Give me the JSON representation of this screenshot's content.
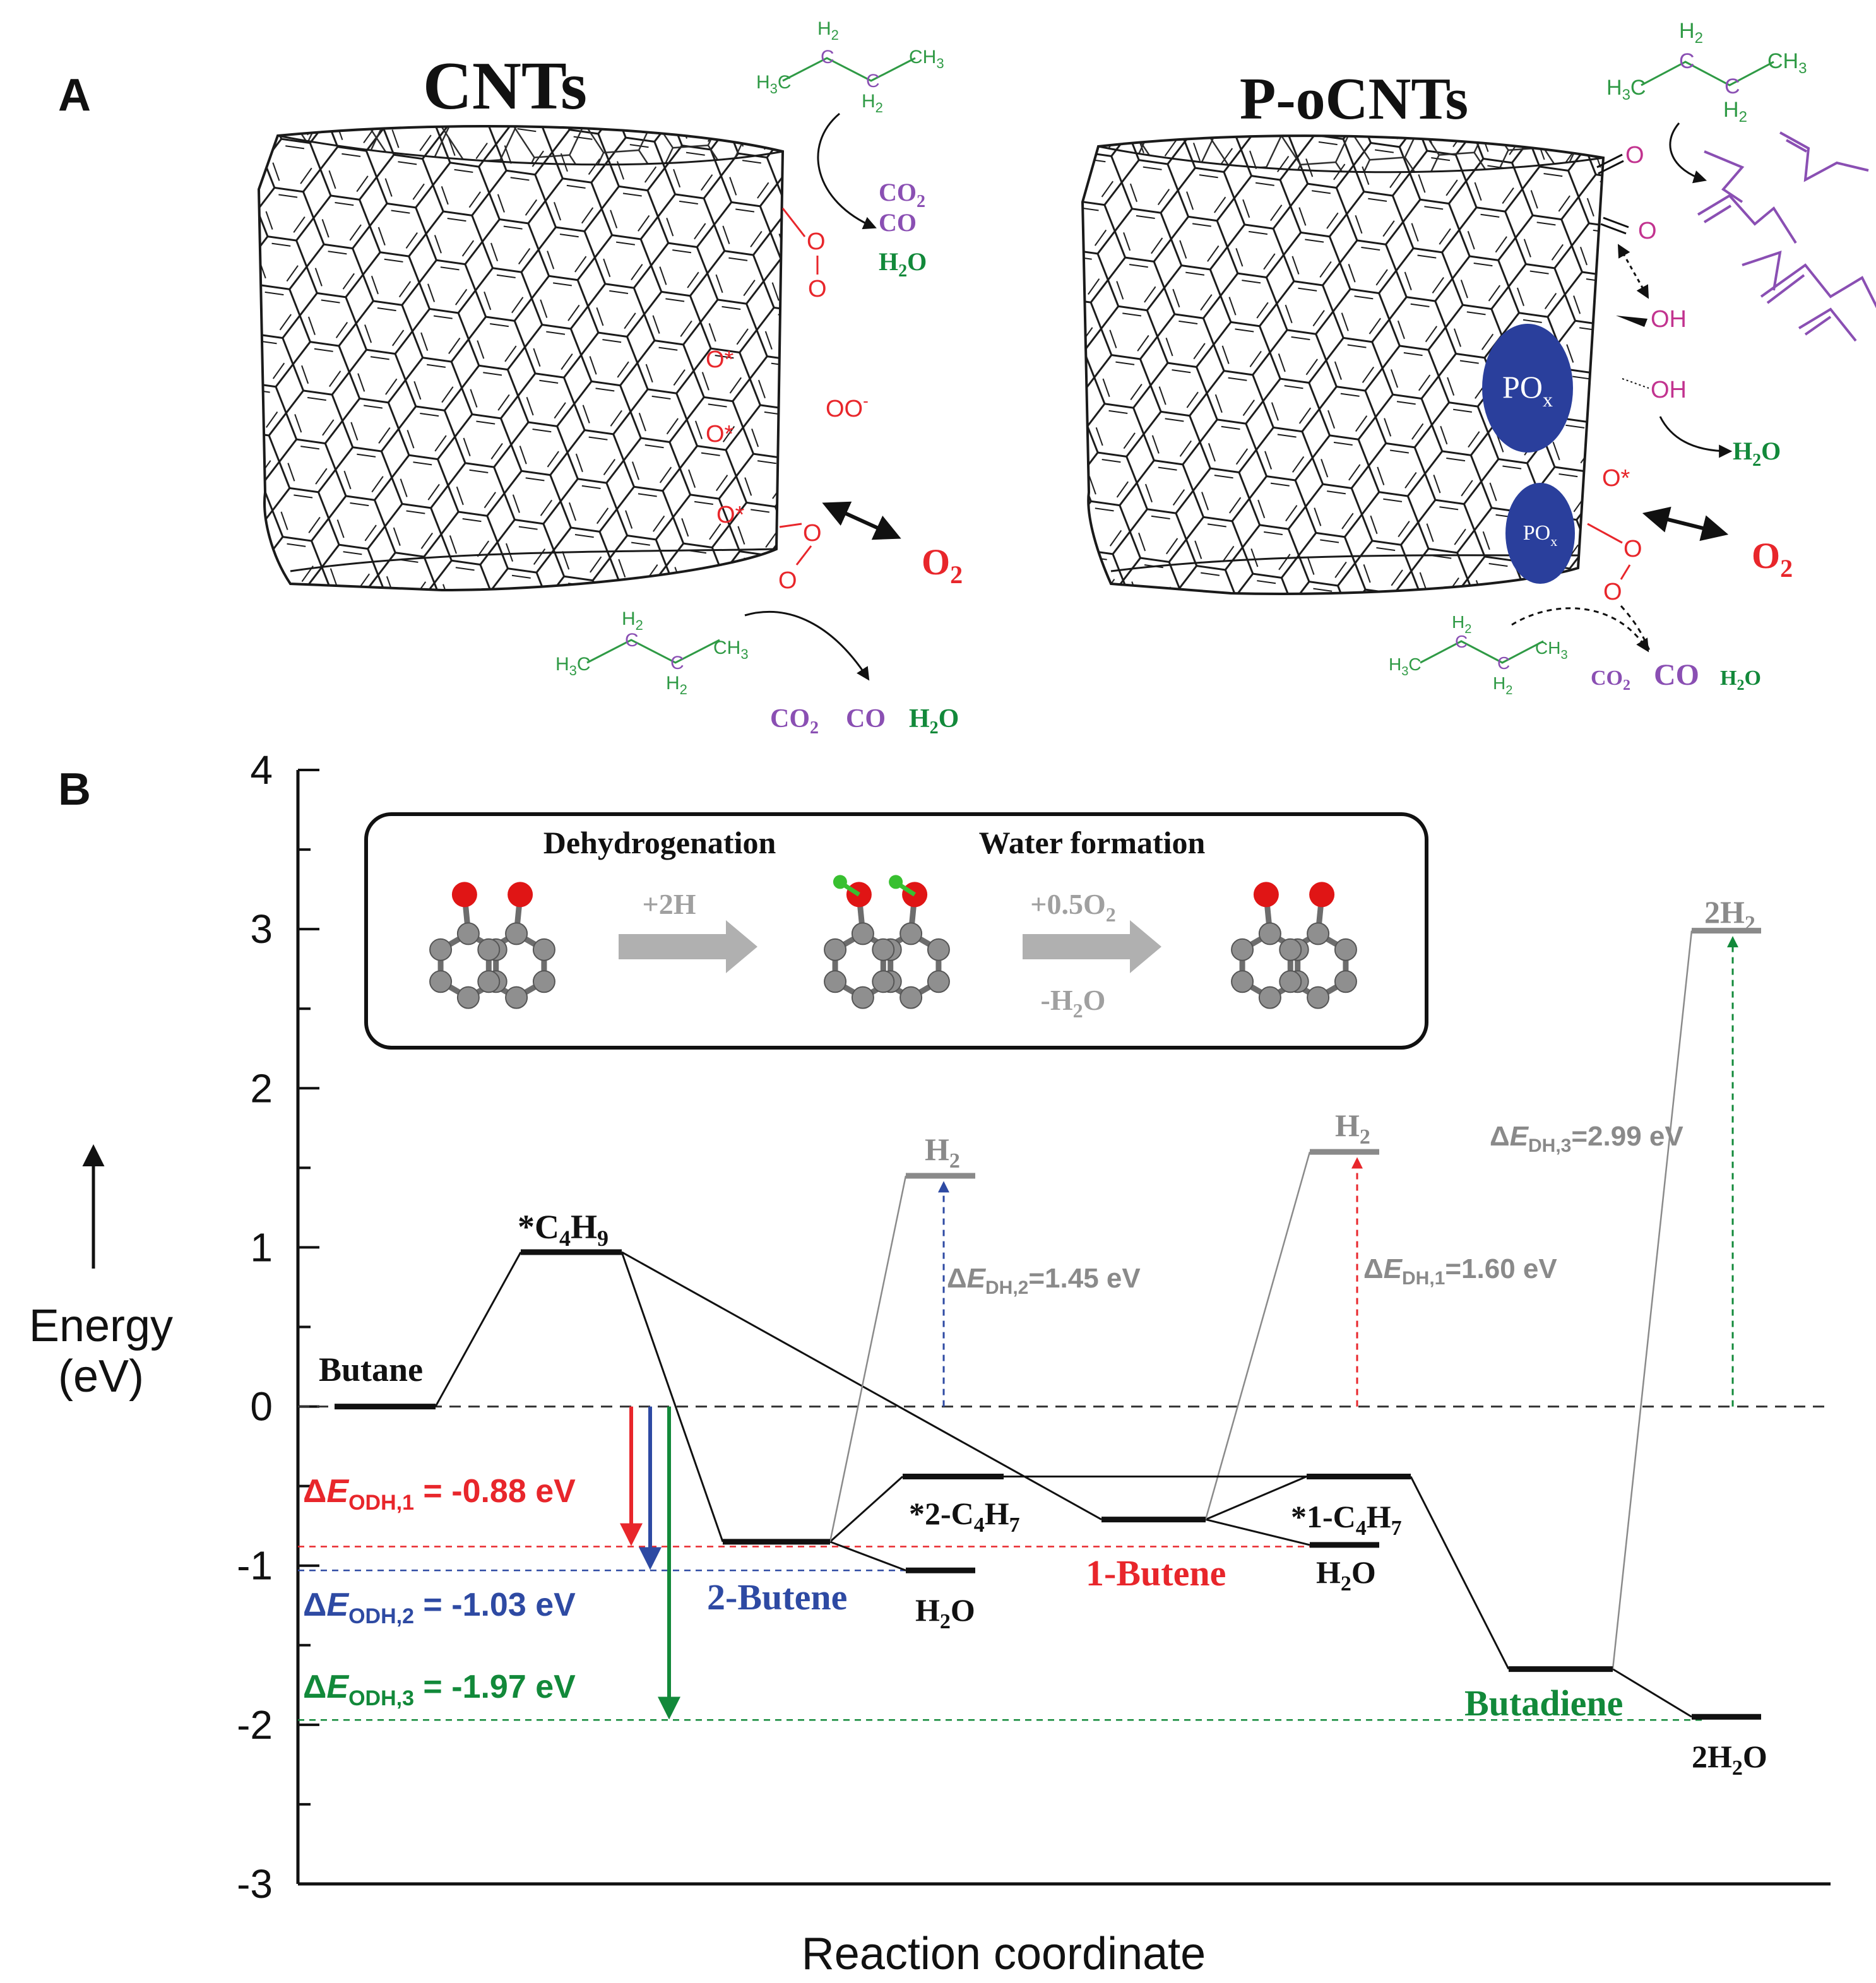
{
  "colors": {
    "black": "#111111",
    "red": "#e8262b",
    "blue": "#2e4aa3",
    "green": "#12893a",
    "gray": "#8a8a8a",
    "purple": "#8a4fb3",
    "magenta": "#c2338f",
    "chain_green": "#2f9a45",
    "pox_blue": "#2a3f9c",
    "atom_gray": "#8f8f8f",
    "atom_red": "#e01515",
    "atom_green": "#38c030"
  },
  "panel_a": {
    "label": "A",
    "left_title": "CNTs",
    "right_title": "P-oCNTs",
    "butane_chain": {
      "H2_top": "H",
      "H2_top_sub": "2",
      "H2_bot": "H",
      "H2_bot_sub": "2",
      "H3C": "H",
      "H3C_sub": "3",
      "H3C_c": "C",
      "C": "C",
      "CH3": "CH",
      "CH3_sub": "3"
    },
    "left_products_top": {
      "co2": "CO",
      "co2_sub": "2",
      "co": "CO",
      "h2o": "H",
      "h2o_sub": "2",
      "h2o_o": "O"
    },
    "left_products_bottom": {
      "co2": "CO",
      "co2_sub": "2",
      "co": "CO",
      "h2o": "H",
      "h2o_sub": "2",
      "h2o_o": "O"
    },
    "oxygen_labels": {
      "O": "O",
      "O_star": "O*",
      "OO_minus": "OO",
      "minus": "-"
    },
    "o2": "O",
    "o2_sub": "2",
    "pox": "PO",
    "pox_sub": "x",
    "oh": "OH",
    "right_h2o": "H",
    "right_h2o_sub": "2",
    "right_h2o_o": "O",
    "right_products": {
      "co2": "CO",
      "co2_sub": "2",
      "co": "CO",
      "h2o": "H",
      "h2o_sub": "2",
      "h2o_o": "O"
    }
  },
  "panel_b": {
    "label": "B",
    "y_axis": {
      "label_line1": "Energy",
      "label_line2": "(eV)",
      "ticks": [
        "4",
        "3",
        "2",
        "1",
        "0",
        "-1",
        "-2",
        "-3"
      ],
      "min": -3,
      "max": 4
    },
    "x_axis": {
      "label": "Reaction coordinate"
    },
    "inset": {
      "left_title": "Dehydrogenation",
      "right_title": "Water formation",
      "arrow1": "+2H",
      "arrow2_top": "+0.5O",
      "arrow2_top_sub": "2",
      "arrow2_bottom": "-H",
      "arrow2_bottom_sub": "2",
      "arrow2_bottom_o": "O"
    },
    "levels": {
      "butane": {
        "label": "Butane",
        "energy": 0
      },
      "c4h9": {
        "label_pre": "*C",
        "label_sub1": "4",
        "label_mid": "H",
        "label_sub2": "9",
        "energy": 0.97
      },
      "butene2": {
        "label": "2-Butene",
        "energy": -0.85
      },
      "c4h7_2": {
        "label_pre": "*2-C",
        "label_sub1": "4",
        "label_mid": "H",
        "label_sub2": "7",
        "energy": -0.44
      },
      "h2o_2": {
        "label": "H",
        "label_sub": "2",
        "label_post": "O",
        "energy": -1.03
      },
      "h2_2": {
        "label": "H",
        "label_sub": "2",
        "energy": 1.45
      },
      "butene1": {
        "label": "1-Butene",
        "energy": -0.71
      },
      "c4h7_1": {
        "label_pre": "*1-C",
        "label_sub1": "4",
        "label_mid": "H",
        "label_sub2": "7",
        "energy": -0.44
      },
      "h2o_1": {
        "label": "H",
        "label_sub": "2",
        "label_post": "O",
        "energy": -0.87
      },
      "h2_1": {
        "label": "H",
        "label_sub": "2",
        "energy": 1.6
      },
      "butadiene": {
        "label": "Butadiene",
        "energy": -1.65
      },
      "h2o_3": {
        "label": "2H",
        "label_sub": "2",
        "label_post": "O",
        "energy": -1.95
      },
      "h2_3": {
        "label": "2H",
        "label_sub": "2",
        "energy": 2.99
      }
    },
    "annotations": {
      "odh1": {
        "pre": "Δ",
        "E": "E",
        "sub": "ODH,1",
        "post": " = -0.88 eV",
        "value": -0.88
      },
      "odh2": {
        "pre": "Δ",
        "E": "E",
        "sub": "ODH,2",
        "post": " = -1.03 eV",
        "value": -1.03
      },
      "odh3": {
        "pre": "Δ",
        "E": "E",
        "sub": "ODH,3",
        "post": " = -1.97 eV",
        "value": -1.97
      },
      "dh1": {
        "pre": "Δ",
        "E": "E",
        "sub": "DH,1",
        "post": "=1.60 eV",
        "value": 1.6
      },
      "dh2": {
        "pre": "Δ",
        "E": "E",
        "sub": "DH,2",
        "post": "=1.45 eV",
        "value": 1.45
      },
      "dh3": {
        "pre": "Δ",
        "E": "E",
        "sub": "DH,3",
        "post": "=2.99 eV",
        "value": 2.99
      }
    }
  }
}
